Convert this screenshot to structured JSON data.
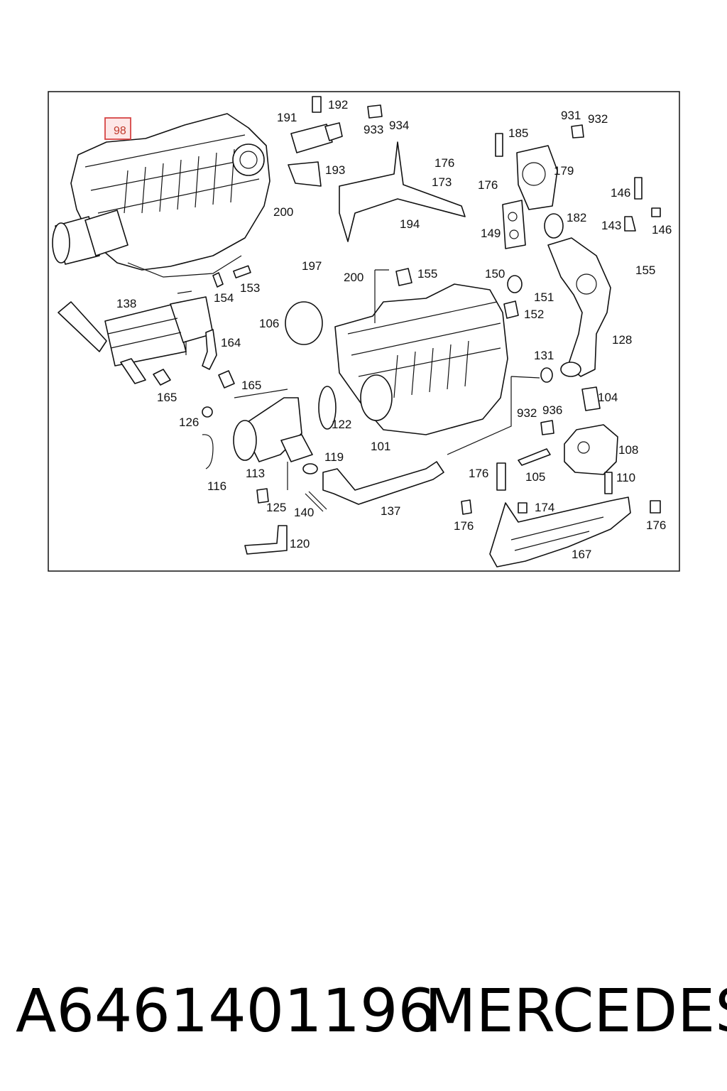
{
  "highlight": {
    "label": "98",
    "color": "#d64545"
  },
  "callouts": [
    {
      "id": "c192",
      "text": "192"
    },
    {
      "id": "c191",
      "text": "191"
    },
    {
      "id": "c933a",
      "text": "933"
    },
    {
      "id": "c934",
      "text": "934"
    },
    {
      "id": "c931",
      "text": "931"
    },
    {
      "id": "c932a",
      "text": "932"
    },
    {
      "id": "c185",
      "text": "185"
    },
    {
      "id": "c176a",
      "text": "176"
    },
    {
      "id": "c193",
      "text": "193"
    },
    {
      "id": "c173",
      "text": "173"
    },
    {
      "id": "c176b",
      "text": "176"
    },
    {
      "id": "c179",
      "text": "179"
    },
    {
      "id": "c146a",
      "text": "146"
    },
    {
      "id": "c200a",
      "text": "200"
    },
    {
      "id": "c194",
      "text": "194"
    },
    {
      "id": "c182",
      "text": "182"
    },
    {
      "id": "c143",
      "text": "143"
    },
    {
      "id": "c146b",
      "text": "146"
    },
    {
      "id": "c149",
      "text": "149"
    },
    {
      "id": "c197",
      "text": "197"
    },
    {
      "id": "c200b",
      "text": "200"
    },
    {
      "id": "c155a",
      "text": "155"
    },
    {
      "id": "c150",
      "text": "150"
    },
    {
      "id": "c155b",
      "text": "155"
    },
    {
      "id": "c154",
      "text": "154"
    },
    {
      "id": "c153",
      "text": "153"
    },
    {
      "id": "c151",
      "text": "151"
    },
    {
      "id": "c138",
      "text": "138"
    },
    {
      "id": "c152",
      "text": "152"
    },
    {
      "id": "c106",
      "text": "106"
    },
    {
      "id": "c164",
      "text": "164"
    },
    {
      "id": "c128",
      "text": "128"
    },
    {
      "id": "c131",
      "text": "131"
    },
    {
      "id": "c165a",
      "text": "165"
    },
    {
      "id": "c165b",
      "text": "165"
    },
    {
      "id": "c104",
      "text": "104"
    },
    {
      "id": "c126",
      "text": "126"
    },
    {
      "id": "c932b",
      "text": "932"
    },
    {
      "id": "c936",
      "text": "936"
    },
    {
      "id": "c122",
      "text": "122"
    },
    {
      "id": "c101",
      "text": "101"
    },
    {
      "id": "c108",
      "text": "108"
    },
    {
      "id": "c119",
      "text": "119"
    },
    {
      "id": "c113",
      "text": "113"
    },
    {
      "id": "c176c",
      "text": "176"
    },
    {
      "id": "c105",
      "text": "105"
    },
    {
      "id": "c110",
      "text": "110"
    },
    {
      "id": "c116",
      "text": "116"
    },
    {
      "id": "c125",
      "text": "125"
    },
    {
      "id": "c140",
      "text": "140"
    },
    {
      "id": "c137",
      "text": "137"
    },
    {
      "id": "c174",
      "text": "174"
    },
    {
      "id": "c176d",
      "text": "176"
    },
    {
      "id": "c176e",
      "text": "176"
    },
    {
      "id": "c120",
      "text": "120"
    },
    {
      "id": "c167",
      "text": "167"
    }
  ],
  "caption": {
    "part_number": "A6461401196",
    "brand": "MERCEDES"
  }
}
